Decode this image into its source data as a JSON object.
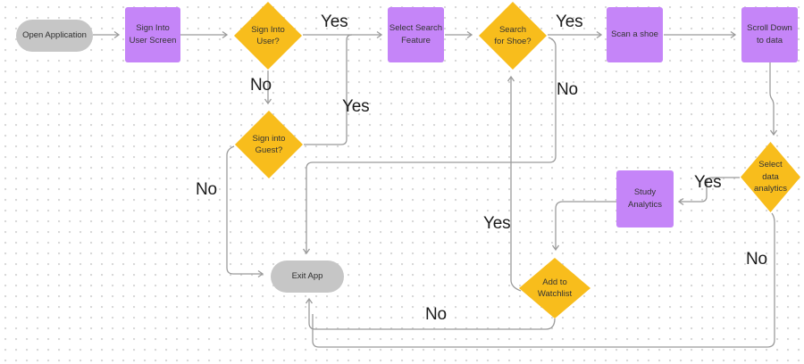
{
  "diagram": {
    "type": "flowchart",
    "colors": {
      "process_fill": "#c585f8",
      "decision_fill": "#f8bd1c",
      "terminal_fill": "#c6c6c6",
      "connector": "#9b9b9b",
      "edge_label_text": "#1b1b1b",
      "node_text": "#333333",
      "background_dots": "#d7d7d7"
    }
  },
  "nodes": {
    "open_application": {
      "label": "Open Application",
      "type": "terminal"
    },
    "sign_into_user_screen": {
      "label": "Sign Into\nUser Screen",
      "type": "process"
    },
    "sign_into_user": {
      "label": "Sign Into\nUser?",
      "type": "decision"
    },
    "select_search_feature": {
      "label": "Select Search\nFeature",
      "type": "process"
    },
    "search_for_shoe": {
      "label": "Search\nfor Shoe?",
      "type": "decision"
    },
    "scan_a_shoe": {
      "label": "Scan a shoe",
      "type": "process"
    },
    "scroll_down_to_data": {
      "label": "Scroll Down\nto data",
      "type": "process"
    },
    "sign_into_guest": {
      "label": "Sign into\nGuest?",
      "type": "decision"
    },
    "select_data_analytics": {
      "label": "Select\ndata\nanalytics",
      "type": "decision"
    },
    "study_analytics": {
      "label": "Study\nAnalytics",
      "type": "process"
    },
    "add_to_watchlist": {
      "label": "Add to\nWatchlist",
      "type": "decision"
    },
    "exit_app": {
      "label": "Exit App",
      "type": "terminal"
    }
  },
  "edge_labels": {
    "sign_into_user_yes": "Yes",
    "sign_into_user_no": "No",
    "sign_into_guest_yes": "Yes",
    "sign_into_guest_no": "No",
    "search_for_shoe_yes": "Yes",
    "search_for_shoe_no": "No",
    "select_data_analytics_yes": "Yes",
    "select_data_analytics_no": "No",
    "add_to_watchlist_yes": "Yes",
    "add_to_watchlist_no": "No"
  }
}
